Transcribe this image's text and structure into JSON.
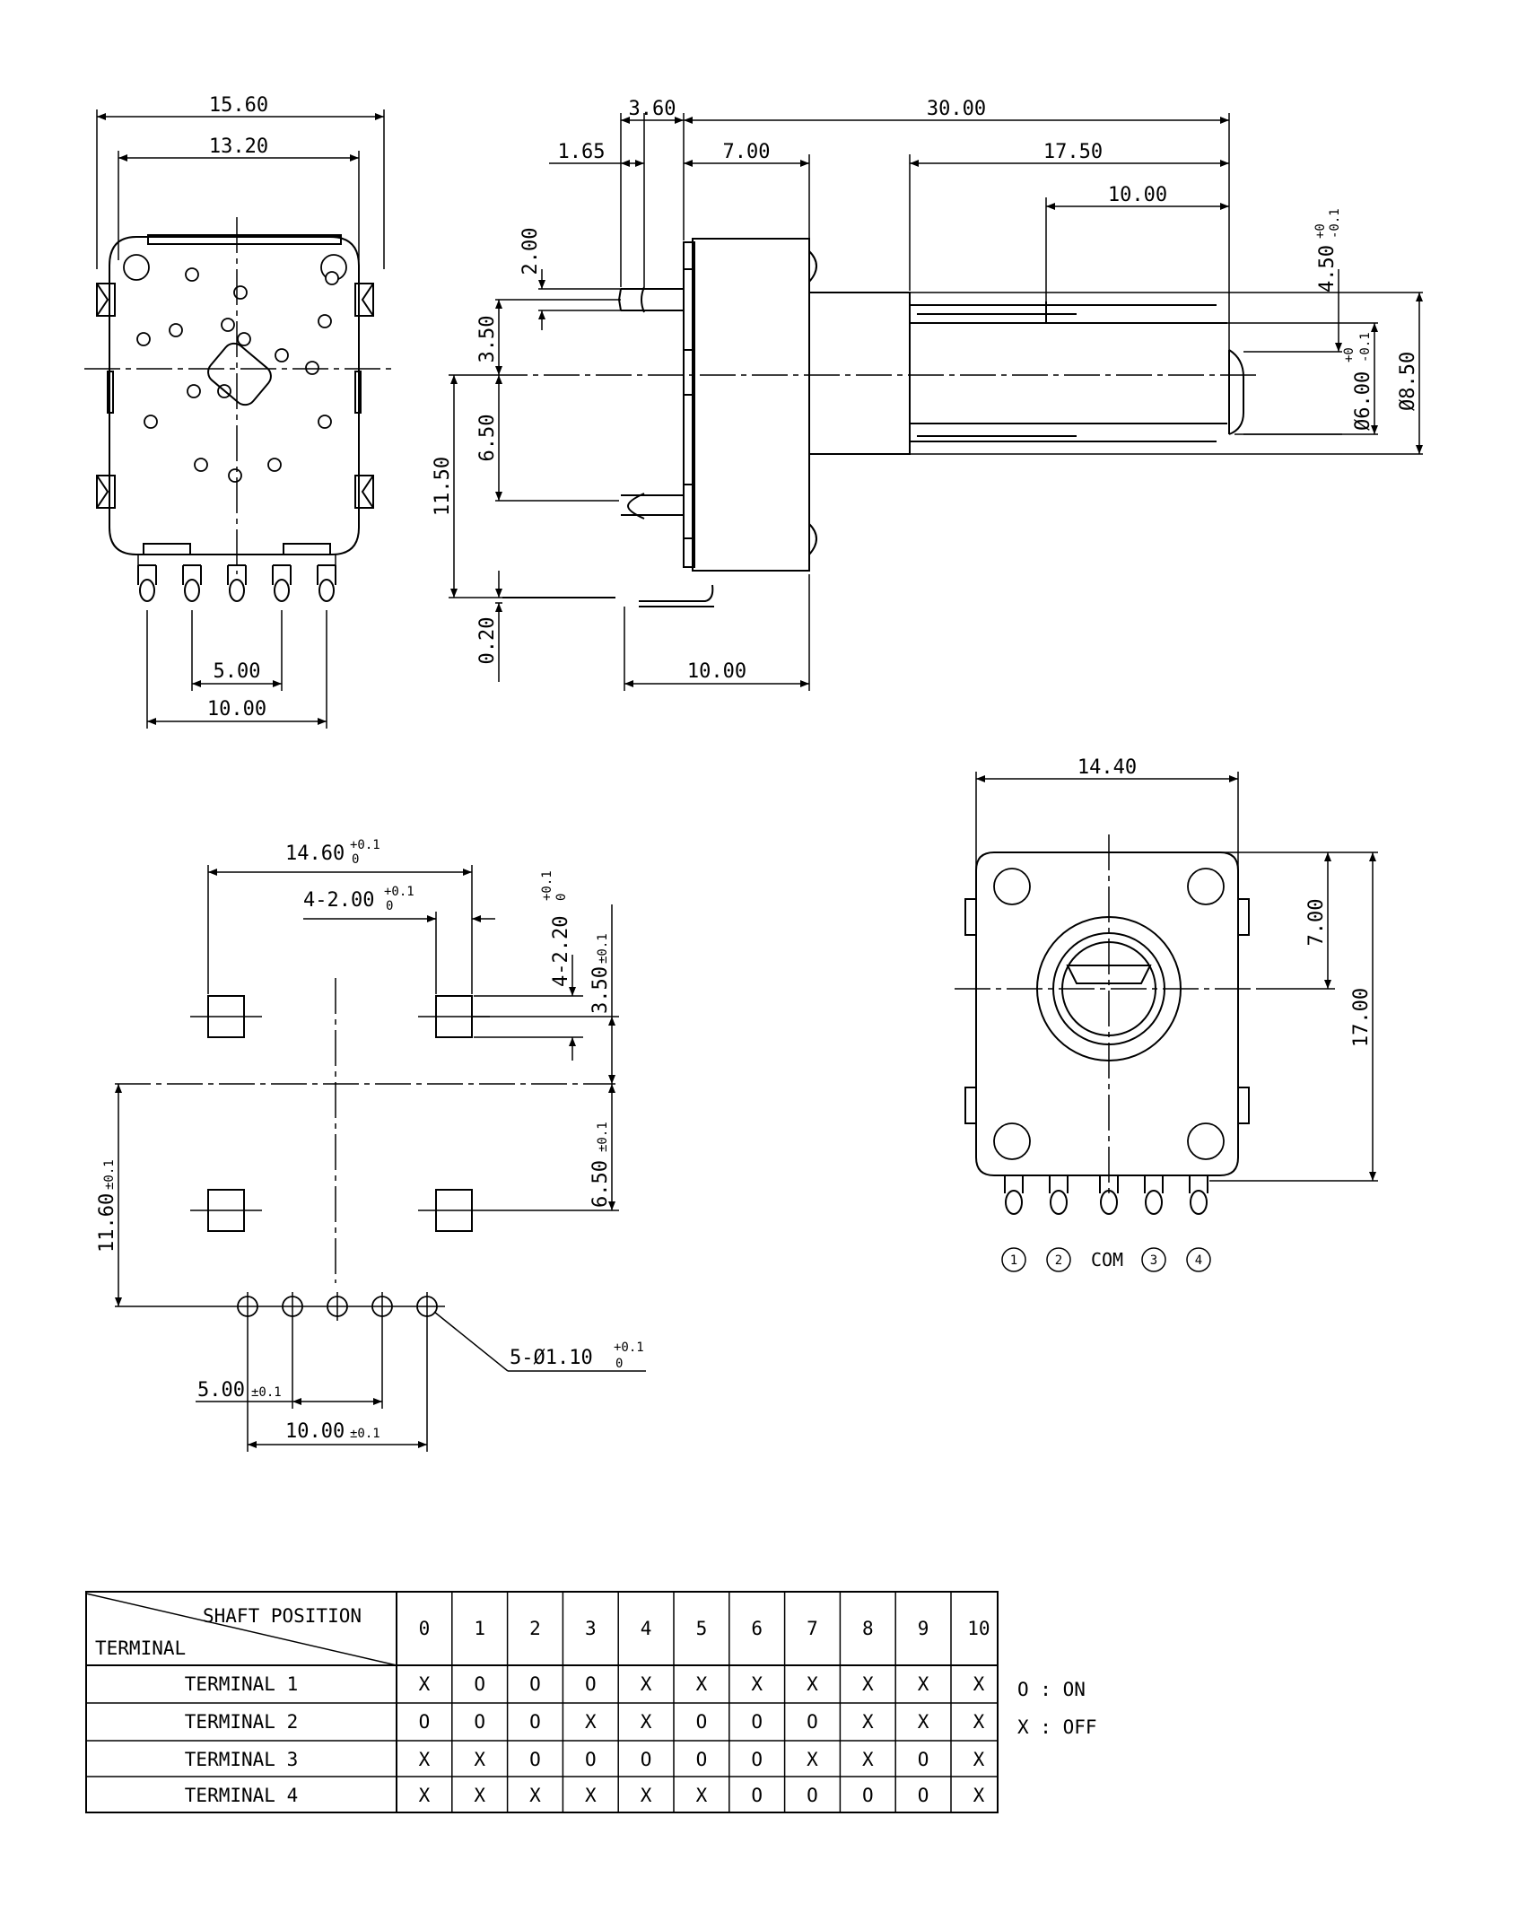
{
  "side_view_dims": {
    "total_width": "15.60",
    "inner_width": "13.20",
    "pin_pitch": "5.00",
    "pin_span": "10.00"
  },
  "front_view_dims": {
    "d_3_60": "3.60",
    "d_30_00": "30.00",
    "d_1_65": "1.65",
    "d_7_00": "7.00",
    "d_17_50": "17.50",
    "d_10_00_top": "10.00",
    "d_2_00": "2.00",
    "d_3_50": "3.50",
    "d_6_50": "6.50",
    "d_11_50": "11.50",
    "d_0_20": "0.20",
    "d_10_00_bottom": "10.00",
    "d_4_50": "4.50",
    "d_4_50_tol_up": "+0",
    "d_4_50_tol_dn": "-0.1",
    "d_6_00": "Ø6.00",
    "d_6_00_tol_up": "+0",
    "d_6_00_tol_dn": "-0.1",
    "d_8_50": "Ø8.50"
  },
  "pcb_layout_dims": {
    "d_14_60": "14.60",
    "d_14_60_tol_up": "+0.1",
    "d_14_60_tol_dn": "0",
    "d_4_2_00": "4-2.00",
    "d_4_2_00_tol_up": "+0.1",
    "d_4_2_00_tol_dn": "0",
    "d_4_2_20": "4-2.20",
    "d_4_2_20_tol_up": "+0.1",
    "d_4_2_20_tol_dn": "0",
    "d_3_50": "3.50",
    "d_3_50_tol": "±0.1",
    "d_6_50": "6.50",
    "d_6_50_tol": "±0.1",
    "d_11_60": "11.60",
    "d_11_60_tol": "±0.1",
    "d_5_hole": "5-Ø1.10",
    "d_5_hole_tol_up": "+0.1",
    "d_5_hole_tol_dn": "0",
    "d_5_00": "5.00",
    "d_5_00_tol": "±0.1",
    "d_10_00": "10.00",
    "d_10_00_tol": "±0.1"
  },
  "top_view_dims": {
    "d_14_40": "14.40",
    "d_7_00": "7.00",
    "d_17_00": "17.00",
    "terminals": [
      "1",
      "2",
      "COM",
      "3",
      "4"
    ]
  },
  "table": {
    "header_top": "SHAFT POSITION",
    "header_left": "TERMINAL",
    "positions": [
      "0",
      "1",
      "2",
      "3",
      "4",
      "5",
      "6",
      "7",
      "8",
      "9",
      "10"
    ],
    "rows": [
      {
        "label": "TERMINAL 1",
        "values": [
          "X",
          "O",
          "O",
          "O",
          "X",
          "X",
          "X",
          "X",
          "X",
          "X",
          "X"
        ]
      },
      {
        "label": "TERMINAL 2",
        "values": [
          "O",
          "O",
          "O",
          "X",
          "X",
          "O",
          "O",
          "O",
          "X",
          "X",
          "X"
        ]
      },
      {
        "label": "TERMINAL 3",
        "values": [
          "X",
          "X",
          "O",
          "O",
          "O",
          "O",
          "O",
          "X",
          "X",
          "O",
          "X"
        ]
      },
      {
        "label": "TERMINAL 4",
        "values": [
          "X",
          "X",
          "X",
          "X",
          "X",
          "X",
          "O",
          "O",
          "O",
          "O",
          "X"
        ]
      }
    ],
    "legend_on": "O : ON",
    "legend_off": "X : OFF"
  }
}
